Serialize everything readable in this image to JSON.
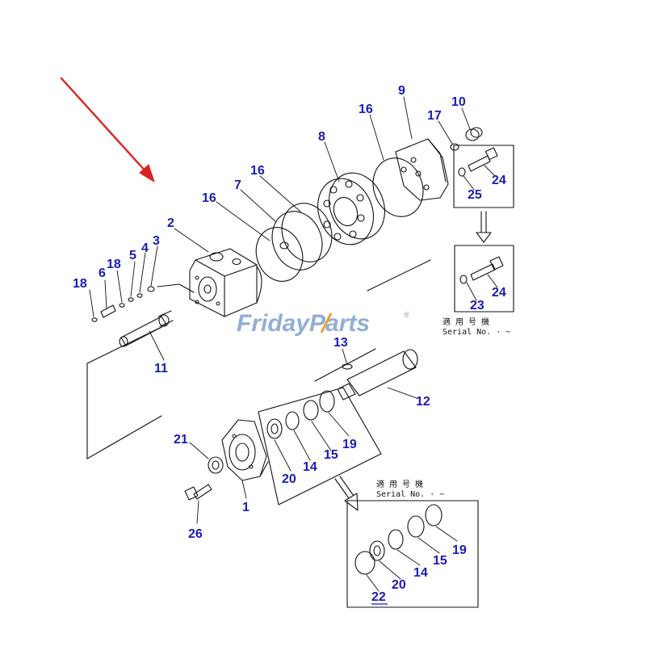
{
  "colors": {
    "label": "#1a1ab4",
    "line": "#111111",
    "arrow": "#dd2222",
    "watermark": "#7f9fd0",
    "watermark_slash": "#f0a020"
  },
  "watermark": {
    "part1": "Friday",
    "part2": "Parts",
    "reg": "®"
  },
  "serial_notes": [
    {
      "line1": "適 用 号 機",
      "line2": "Serial No.  ·  ~"
    },
    {
      "line1": "適 用 号 機",
      "line2": "Serial No.  ·  ~"
    }
  ],
  "labels": {
    "p1": "1",
    "p2": "2",
    "p3": "3",
    "p4": "4",
    "p5": "5",
    "p6": "6",
    "p7": "7",
    "p8": "8",
    "p9": "9",
    "p10": "10",
    "p11": "11",
    "p12": "12",
    "p13": "13",
    "p14a": "14",
    "p14b": "14",
    "p15a": "15",
    "p15b": "15",
    "p16a": "16",
    "p16b": "16",
    "p16c": "16",
    "p17": "17",
    "p18a": "18",
    "p18b": "18",
    "p19a": "19",
    "p19b": "19",
    "p20a": "20",
    "p20b": "20",
    "p21": "21",
    "p22": "22",
    "p23": "23",
    "p24a": "24",
    "p24b": "24",
    "p25": "25",
    "p26": "26"
  }
}
